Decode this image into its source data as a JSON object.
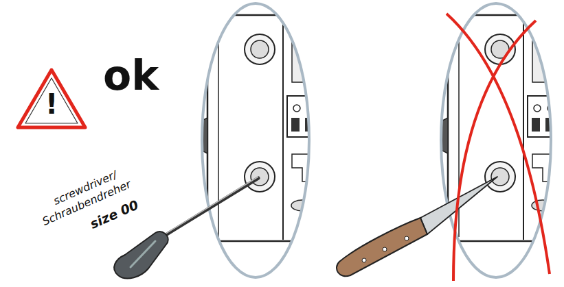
{
  "diagram": {
    "labels": [
      "ok",
      "!",
      "screwdriver/",
      "Schraubendreher",
      "size 00"
    ]
  }
}
